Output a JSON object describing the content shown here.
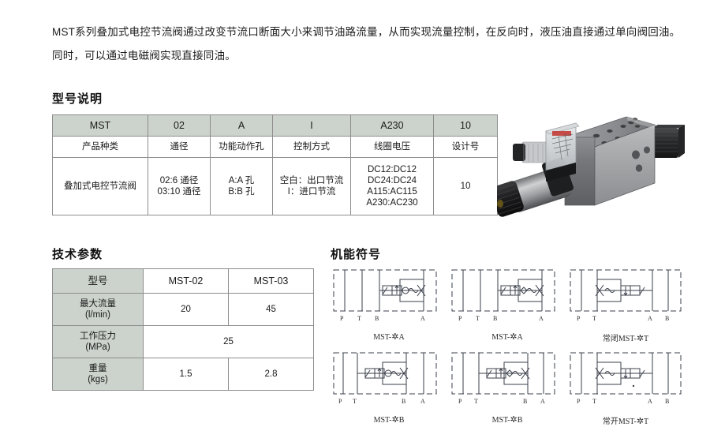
{
  "intro": {
    "paragraph": "MST系列叠加式电控节流阀通过改变节流口断面大小来调节油路流量，从而实现流量控制，在反向时，液压油直接通过单向阀回油。同时，可以通过电磁阀实现直接同油。"
  },
  "sections": {
    "model_title": "型号说明",
    "tech_title": "技术参数",
    "symbol_title": "机能符号"
  },
  "model_table": {
    "header": [
      "MST",
      "02",
      "A",
      "I",
      "A230",
      "10"
    ],
    "subheader": [
      "产品种类",
      "通径",
      "功能动作孔",
      "控制方式",
      "线圈电压",
      "设计号"
    ],
    "body": [
      {
        "lines": [
          "叠加式电控节流阀"
        ]
      },
      {
        "lines": [
          "02:6 通径",
          "03:10 通径"
        ]
      },
      {
        "lines": [
          "A:A 孔",
          "B:B 孔"
        ]
      },
      {
        "lines": [
          "空白：出口节流",
          "I：进口节流"
        ]
      },
      {
        "lines": [
          "DC12:DC12",
          "DC24:DC24",
          "A115:AC115",
          "A230:AC230"
        ]
      },
      {
        "lines": [
          "10"
        ]
      }
    ]
  },
  "tech_table": {
    "rows": [
      {
        "label": [
          "型号"
        ],
        "values": [
          "MST-02",
          "MST-03"
        ],
        "span": false
      },
      {
        "label": [
          "最大流量",
          "(l/min)"
        ],
        "values": [
          "20",
          "45"
        ],
        "span": false
      },
      {
        "label": [
          "工作压力",
          "(MPa)"
        ],
        "values": [
          "25"
        ],
        "span": true
      },
      {
        "label": [
          "重量",
          "(kgs)"
        ],
        "values": [
          "1.5",
          "2.8"
        ],
        "span": false
      }
    ]
  },
  "symbols": [
    {
      "caption_prefix": "",
      "caption_main": "MST-",
      "caption_star": "✲",
      "caption_suffix": "A",
      "ports": [
        "P",
        "T",
        "B",
        "A"
      ]
    },
    {
      "caption_prefix": "",
      "caption_main": "MST-",
      "caption_star": "✲",
      "caption_suffix": "A",
      "ports": [
        "P",
        "T",
        "B",
        "A"
      ]
    },
    {
      "caption_prefix": "常闭",
      "caption_main": "MST-",
      "caption_star": "✲",
      "caption_suffix": "T",
      "ports": [
        "P",
        "T",
        "A",
        "B"
      ]
    },
    {
      "caption_prefix": "",
      "caption_main": "MST-",
      "caption_star": "✲",
      "caption_suffix": "B",
      "ports": [
        "P",
        "T",
        "B",
        "A"
      ]
    },
    {
      "caption_prefix": "",
      "caption_main": "MST-",
      "caption_star": "✲",
      "caption_suffix": "B",
      "ports": [
        "P",
        "T",
        "B",
        "A"
      ]
    },
    {
      "caption_prefix": "常开",
      "caption_main": "MST-",
      "caption_star": "✲",
      "caption_suffix": "T",
      "ports": [
        "P",
        "T",
        "A",
        "B"
      ]
    }
  ],
  "colors": {
    "header_fill": "#ccd3cc",
    "border": "#8d8d8d",
    "text": "#1a1a1a",
    "symbol_line": "#3a3f4a"
  },
  "product_photo": {
    "alt": "叠加式电控节流阀产品图"
  }
}
